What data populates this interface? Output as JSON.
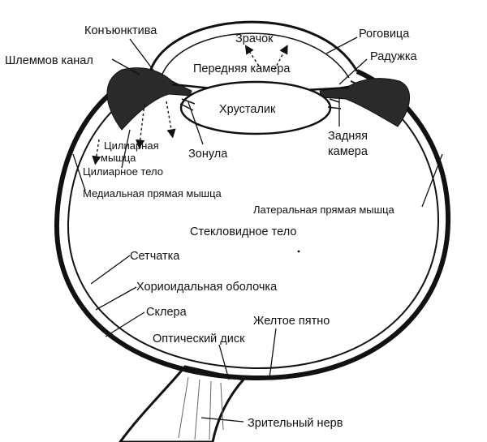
{
  "labels": {
    "conjunctiva": "Конъюнктива",
    "pupil": "Зрачок",
    "cornea": "Роговица",
    "schlemm_canal": "Шлеммов канал",
    "anterior_chamber": "Передняя камера",
    "iris": "Радужка",
    "lens": "Хрусталик",
    "ciliary_muscle_line1": "Цилиарная",
    "ciliary_muscle_line2": "мышца",
    "zonule": "Зонула",
    "posterior_chamber_line1": "Задняя",
    "posterior_chamber_line2": "камера",
    "ciliary_body": "Цилиарное тело",
    "medial_rectus": "Медиальная прямая мышца",
    "lateral_rectus": "Латеральная прямая мышца",
    "vitreous_body": "Стекловидное тело",
    "retina": "Сетчатка",
    "choroid": "Хориоидальная оболочка",
    "sclera": "Склера",
    "macula": "Желтое пятно",
    "optic_disc": "Оптический диск",
    "optic_nerve": "Зрительный нерв"
  }
}
